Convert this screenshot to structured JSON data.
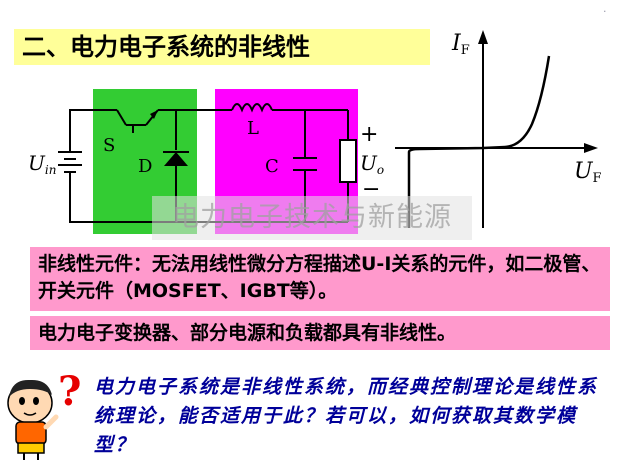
{
  "title": "二、电力电子系统的非线性",
  "circuit": {
    "label_uin": "U",
    "label_uin_sub": "in",
    "label_switch": "S",
    "label_diode": "D",
    "label_inductor": "L",
    "label_capacitor": "C",
    "label_uo": "U",
    "label_uo_sub": "o",
    "plus": "+",
    "minus": "−",
    "colors": {
      "switch_block": "#33cc33",
      "filter_block": "#ff00ff"
    }
  },
  "iv_curve": {
    "y_label": "I",
    "y_sub": "F",
    "x_label": "U",
    "x_sub": "F"
  },
  "watermark": "电力电子技术与新能源",
  "box1_text": "非线性元件：无法用线性微分方程描述U-I关系的元件，如二极管、开关元件（MOSFET、IGBT等）。",
  "box2_text": "电力电子变换器、部分电源和负载都具有非线性。",
  "question": "电力电子系统是非线性系统，而经典控制理论是线性系统理论，能否适用于此？若可以，如何获取其数学模型？",
  "cartoon_icon": "thinking-boy-with-question-mark-icon"
}
